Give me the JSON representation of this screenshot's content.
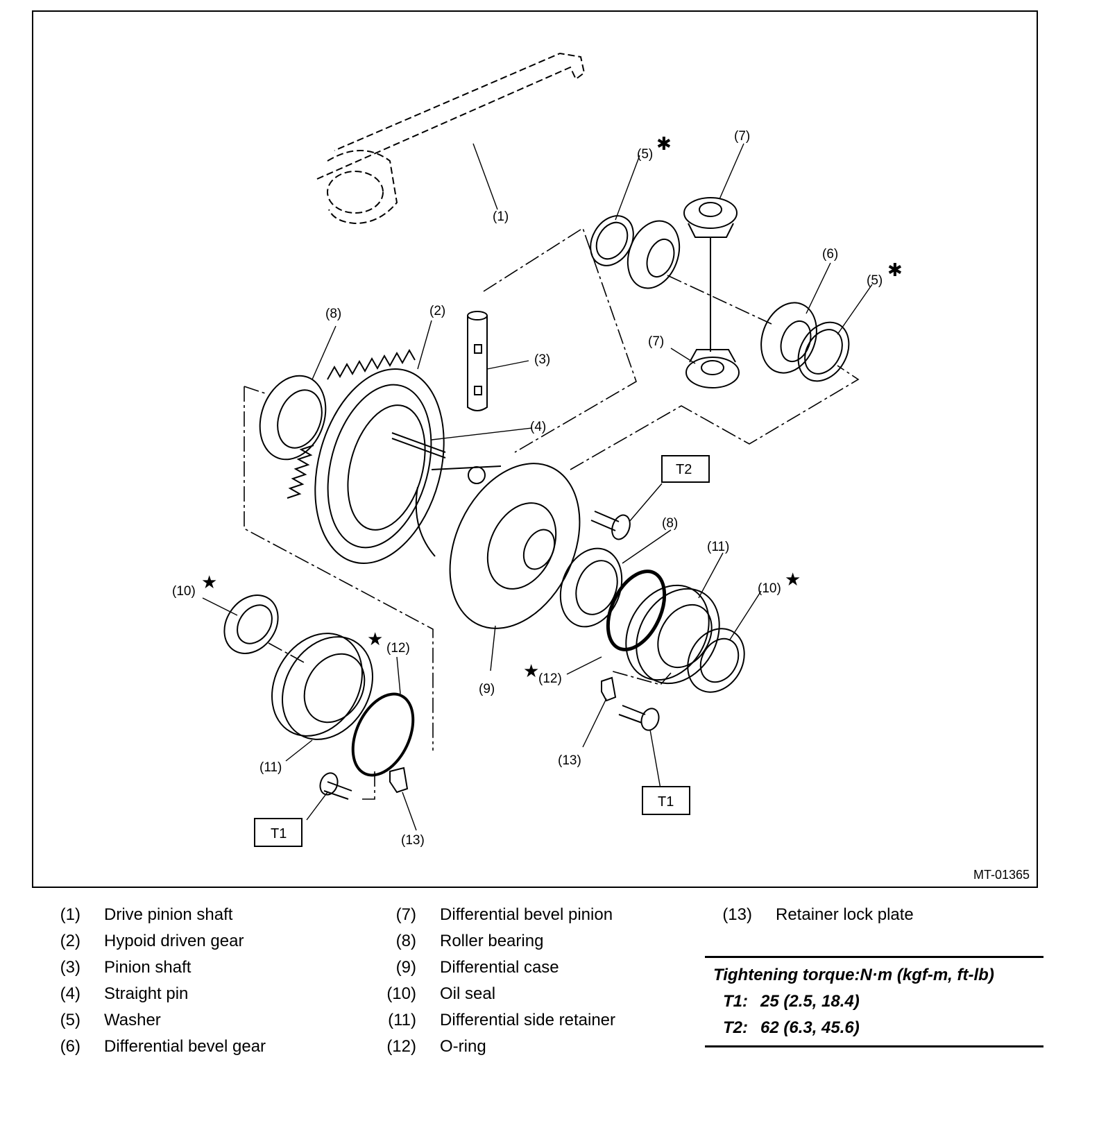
{
  "figure_id": "MT-01365",
  "callouts": {
    "c1": "(1)",
    "c2": "(2)",
    "c3": "(3)",
    "c4": "(4)",
    "c5a": "(5)",
    "c5b": "(5)",
    "c6": "(6)",
    "c7a": "(7)",
    "c7b": "(7)",
    "c8a": "(8)",
    "c8b": "(8)",
    "c9": "(9)",
    "c10a": "(10)",
    "c10b": "(10)",
    "c11a": "(11)",
    "c11b": "(11)",
    "c12a": "(12)",
    "c12b": "(12)",
    "c13a": "(13)",
    "c13b": "(13)",
    "star": "★",
    "asterisk": "✱"
  },
  "torque_boxes": {
    "t1": "T1",
    "t2": "T2"
  },
  "legend": [
    {
      "num": "(1)",
      "label": "Drive pinion shaft"
    },
    {
      "num": "(2)",
      "label": "Hypoid driven gear"
    },
    {
      "num": "(3)",
      "label": "Pinion shaft"
    },
    {
      "num": "(4)",
      "label": "Straight pin"
    },
    {
      "num": "(5)",
      "label": "Washer"
    },
    {
      "num": "(6)",
      "label": "Differential bevel gear"
    },
    {
      "num": "(7)",
      "label": "Differential bevel pinion"
    },
    {
      "num": "(8)",
      "label": "Roller bearing"
    },
    {
      "num": "(9)",
      "label": "Differential case"
    },
    {
      "num": "(10)",
      "label": "Oil seal"
    },
    {
      "num": "(11)",
      "label": "Differential side retainer"
    },
    {
      "num": "(12)",
      "label": "O-ring"
    },
    {
      "num": "(13)",
      "label": "Retainer lock plate"
    }
  ],
  "torque_table": {
    "title": "Tightening torque:N·m (kgf-m, ft-lb)",
    "rows": [
      {
        "key": "T1:",
        "value": "25 (2.5, 18.4)"
      },
      {
        "key": "T2:",
        "value": "62 (6.3, 45.6)"
      }
    ]
  }
}
